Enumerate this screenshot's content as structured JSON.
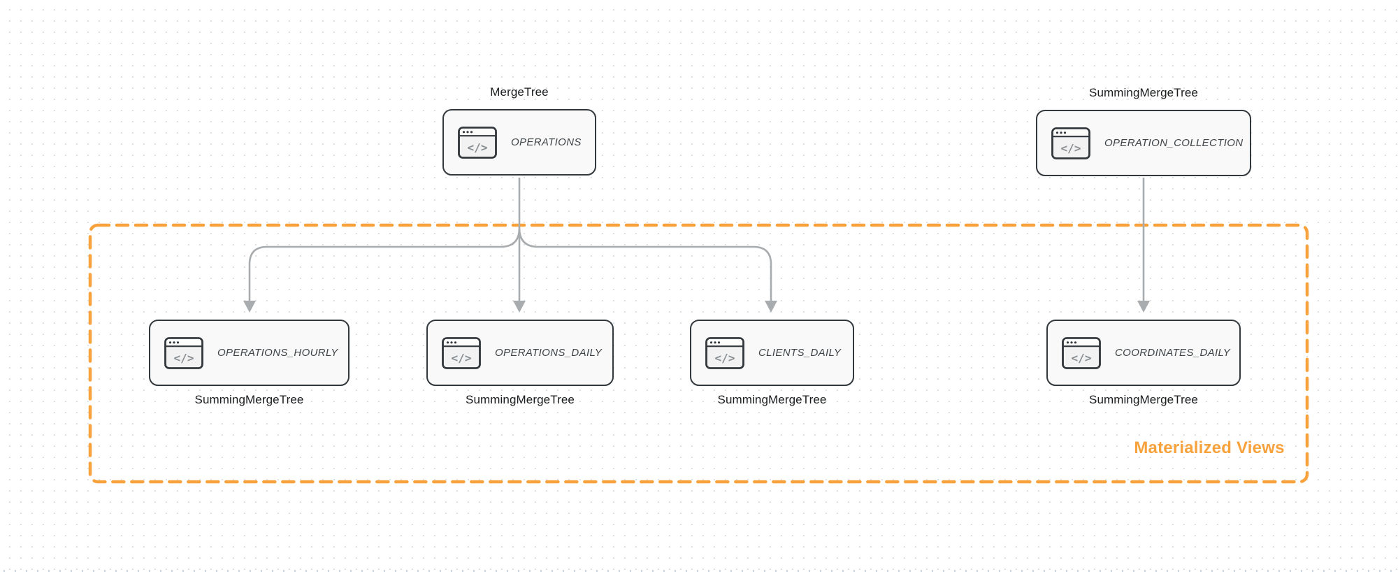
{
  "diagram": {
    "group": {
      "label": "Materialized Views"
    },
    "colors": {
      "accent": "#f7a23c",
      "edge": "#a9acae",
      "node_border": "#33383d",
      "node_fill": "#f8f9f8",
      "icon_glyph": "#888d92"
    },
    "nodes": [
      {
        "id": "operations",
        "engine": "MergeTree",
        "table": "OPERATIONS",
        "icon": "code-window-icon"
      },
      {
        "id": "operation_collection",
        "engine": "SummingMergeTree",
        "table": "OPERATION_COLLECTION",
        "icon": "code-window-icon"
      },
      {
        "id": "operations_hourly",
        "engine": "SummingMergeTree",
        "table": "OPERATIONS_HOURLY",
        "icon": "code-window-icon"
      },
      {
        "id": "operations_daily",
        "engine": "SummingMergeTree",
        "table": "OPERATIONS_DAILY",
        "icon": "code-window-icon"
      },
      {
        "id": "clients_daily",
        "engine": "SummingMergeTree",
        "table": "CLIENTS_DAILY",
        "icon": "code-window-icon"
      },
      {
        "id": "coordinates_daily",
        "engine": "SummingMergeTree",
        "table": "COORDINATES_DAILY",
        "icon": "code-window-icon"
      }
    ],
    "edges": [
      {
        "from": "OPERATIONS",
        "to": "OPERATIONS_HOURLY"
      },
      {
        "from": "OPERATIONS",
        "to": "OPERATIONS_DAILY"
      },
      {
        "from": "OPERATIONS",
        "to": "CLIENTS_DAILY"
      },
      {
        "from": "OPERATION_COLLECTION",
        "to": "COORDINATES_DAILY"
      }
    ],
    "icon_glyph_text": "</>"
  }
}
